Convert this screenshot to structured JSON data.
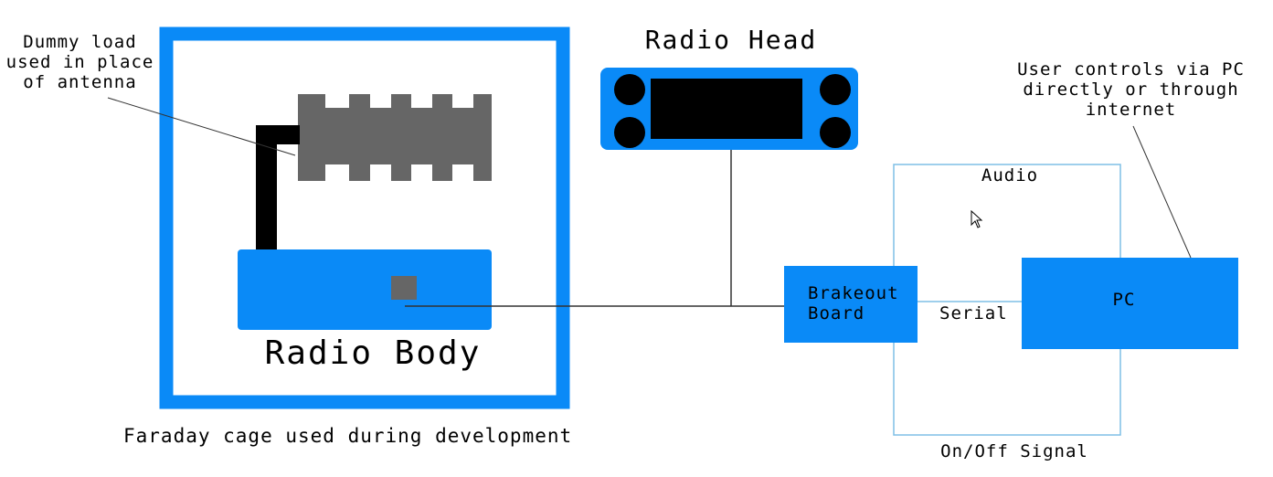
{
  "labels": {
    "dummy_load": "Dummy load\nused in place\nof antenna",
    "radio_head": "Radio Head",
    "user_controls": "User controls via PC\ndirectly or through\ninternet",
    "audio": "Audio",
    "breakout_board": "Brakeout\nBoard",
    "serial": "Serial",
    "pc": "PC",
    "radio_body": "Radio Body",
    "faraday_cage": "Faraday cage used during development",
    "on_off_signal": "On/Off Signal"
  },
  "colors": {
    "blue": "#0a8af7",
    "gray": "#666666",
    "black": "#000000",
    "light_blue_line": "#7fbfe6",
    "wire": "#333333"
  },
  "icons": {
    "cursor": "mouse-pointer-icon"
  }
}
